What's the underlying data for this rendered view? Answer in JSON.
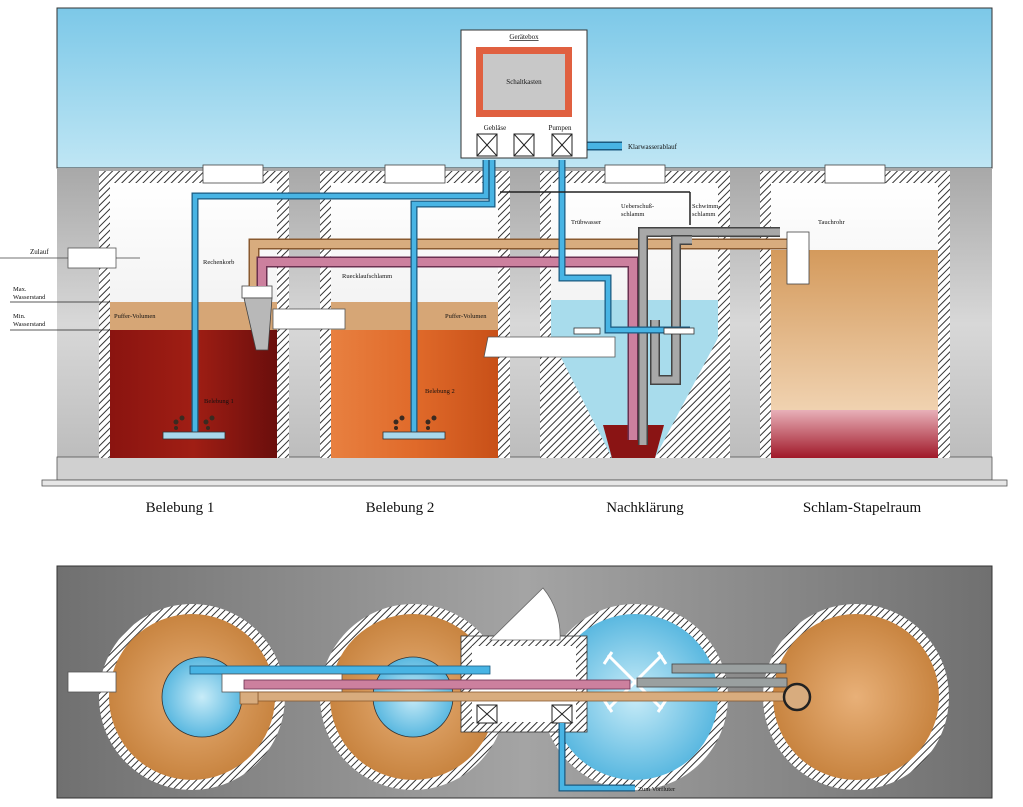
{
  "labels": {
    "geraetebox": "Gerätebox",
    "schaltkasten": "Schaltkasten",
    "geblaese": "Gebläse",
    "pumpen": "Pumpen",
    "klarwasserablauf": "Klarwasserablauf",
    "zulauf": "Zulauf",
    "max_wasserstand": [
      "Max.",
      "Wasserstand"
    ],
    "min_wasserstand": [
      "Min.",
      "Wasserstand"
    ],
    "puffer_volumen_1": "Puffer-Volumen",
    "puffer_volumen_2": "Puffer-Volumen",
    "rechenkorb": "Rechenkorb",
    "ruecklaufschlamm": "Ruecklaufschlamm",
    "truebwasser": "Trübwasser",
    "ueberschuss_schlamm": [
      "Ueberschuß-",
      "schlamm"
    ],
    "schwimmschlamm": [
      "Schwimm-",
      "schlamm"
    ],
    "tauchrohr": "Tauchrohr",
    "belebung_1_inner": "Belebung 1",
    "belebung_2_inner": "Belebung 2",
    "zum_vorfluter": "Zum Vorfluter"
  },
  "captions": [
    "Belebung 1",
    "Belebung 2",
    "Nachklärung",
    "Schlam-Stapelraum"
  ],
  "colors": {
    "sky": "#8fd3ec",
    "ground": "#c6c6c6",
    "wall_hatch": "#333333",
    "buffer": "#d3a070",
    "belebung1_liquid": "#8a1410",
    "belebung2_liquid": "#e06a2a",
    "clarifier_water": "#a8dcec",
    "sludge_storage": "#d6a068",
    "sludge_bottom": "#b02030",
    "pipe_blue": "#3aa6d8",
    "pipe_brown": "#d4a878",
    "pipe_pink": "#c87a9a",
    "pipe_gray": "#9a9a9a",
    "schaltkasten_border": "#e06040",
    "plan_background": "#8a8a8a",
    "plan_tank": "#d89a5c"
  }
}
